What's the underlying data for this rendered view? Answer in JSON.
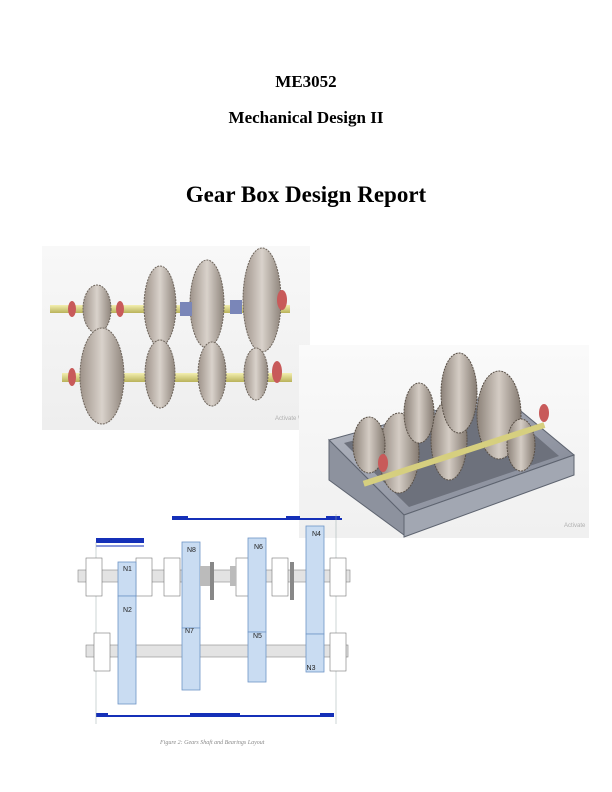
{
  "header": {
    "course_code": "ME3052",
    "course_name": "Mechanical Design II",
    "report_title": "Gear Box Design Report"
  },
  "renders": {
    "gear_assembly_watermark": "Activate W",
    "gearbox_housing_watermark": "Activate"
  },
  "layout_drawing": {
    "gear_labels": {
      "n1": "N1",
      "n2": "N2",
      "n3": "N3",
      "n4": "N4",
      "n5": "N5",
      "n6": "N6",
      "n7": "N7",
      "n8": "N8"
    },
    "caption": "Figure 2: Gears Shaft and Bearings Layout"
  },
  "colors": {
    "gear_fill": "#c9dcf2",
    "gear_stroke": "#6f95c6",
    "dimension_bar": "#1530b8",
    "shaft_fill": "#e3e3e3"
  }
}
